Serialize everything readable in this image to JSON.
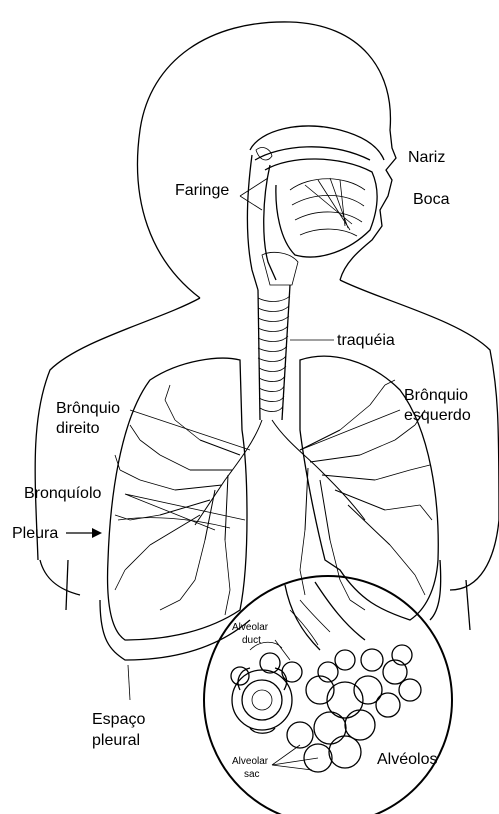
{
  "labels": {
    "nariz": "Nariz",
    "boca": "Boca",
    "faringe": "Faringe",
    "traqueia": "traquéia",
    "bronquio_direito_1": "Brônquio",
    "bronquio_direito_2": "direito",
    "bronquio_esquerdo_1": "Brônquio",
    "bronquio_esquerdo_2": "esquerdo",
    "bronquiolo": "Bronquíolo",
    "pleura": "Pleura",
    "espaco_pleural_1": "Espaço",
    "espaco_pleural_2": "pleural",
    "alveolar_duct_1": "Alveolar",
    "alveolar_duct_2": "duct",
    "alveolar_sac_1": "Alveolar",
    "alveolar_sac_2": "sac",
    "alveolos": "Alvéolos"
  },
  "icons": {
    "pleura_pointer": "arrow-right-icon"
  }
}
